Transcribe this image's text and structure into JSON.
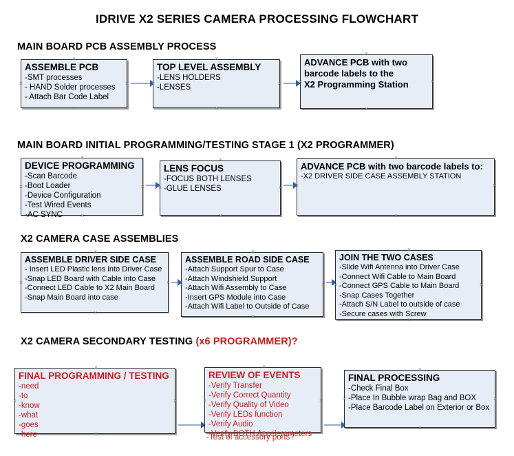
{
  "document": {
    "title": "IDRIVE X2  SERIES CAMERA PROCESSING FLOWCHART"
  },
  "sections": [
    {
      "id": "main-board-pcb-assembly",
      "header": "MAIN BOARD PCB ASSEMBLY PROCESS",
      "header_accent": "",
      "header_accent_tail": ""
    },
    {
      "id": "main-board-initial-programming",
      "header": "MAIN BOARD INITIAL PROGRAMMING/TESTING STAGE 1 (X2 PROGRAMMER)",
      "header_accent": "",
      "header_accent_tail": ""
    },
    {
      "id": "x2-camera-case-assemblies",
      "header": "X2 CAMERA CASE ASSEMBLIES",
      "header_accent": "",
      "header_accent_tail": ""
    },
    {
      "id": "x2-camera-secondary-testing",
      "header": "X2 CAMERA SECONDARY TESTING ",
      "header_accent": "(x6 PROGRAMMER)?",
      "header_accent_tail": ""
    }
  ],
  "boxes": {
    "assemble_pcb": {
      "title": "ASSEMBLE PCB",
      "lines": [
        "-SMT processes",
        "- HAND Solder processes",
        "- Attach Bar Code Label"
      ]
    },
    "top_level_assembly": {
      "title": "TOP LEVEL ASSEMBLY",
      "lines": [
        "-LENS HOLDERS",
        "-LENSES"
      ]
    },
    "advance_pcb_programming_station": {
      "title_lines": [
        "ADVANCE PCB with two",
        "barcode labels to the",
        " X2 Programming Station"
      ]
    },
    "device_programming": {
      "title": "DEVICE PROGRAMMING",
      "lines": [
        "-Scan Barcode",
        "-Boot Loader",
        "-Device Configuration",
        "-Test Wired Events",
        "-AC SYNC"
      ]
    },
    "lens_focus": {
      "title": "LENS FOCUS",
      "lines": [
        "-FOCUS BOTH LENSES",
        "-GLUE LENSES"
      ]
    },
    "advance_pcb_driver_side": {
      "title": "ADVANCE PCB with two barcode labels to:",
      "lines": [
        "-X2 DRIVER  SIDE  CASE  ASSEMBLY STATION"
      ]
    },
    "assemble_driver_side_case": {
      "title": "ASSEMBLE DRIVER SIDE CASE",
      "lines": [
        "- Insert LED Plastic lens into Driver Case",
        "-Snap LED Board with Cable into Case",
        "-Connect LED Cable to X2 Main Board",
        "-Snap Main Board into case"
      ]
    },
    "assemble_road_side_case": {
      "title": "ASSEMBLE ROAD SIDE CASE",
      "lines": [
        "-Attach Support Spur to Case",
        "-Attach Windshield Support",
        "-Attach Wifi Assembly to Case",
        "-Insert GPS Module into Case",
        "-Attach Wifi Label to Outside of Case"
      ]
    },
    "join_the_two_cases": {
      "title": "JOIN THE TWO CASES",
      "lines": [
        "-Slide Wifi Antenna into Driver Case",
        "-Connect Wifi Cable to Main Board",
        "-Connect GPS Cable to Main Board",
        "-Snap Cases Together",
        "-Attach S/N Label to outside of case",
        "-Secure cases with Screw"
      ]
    },
    "final_programming_testing": {
      "title": "FINAL PROGRAMMING / TESTING",
      "lines": [
        "-need",
        "-to",
        "-know",
        "-what",
        "-goes",
        "-here"
      ]
    },
    "review_of_events": {
      "title": "REVIEW OF EVENTS",
      "lines": [
        "-Verify Transfer",
        "-Verify Correct Quantity",
        "-Verify Quality of Video",
        "-Verify LEDs function",
        "-Verify Audio",
        "-Verify BOTH Accelerometers"
      ],
      "overflow_line": "-Test of accessory ports?"
    },
    "final_processing": {
      "title": "FINAL PROCESSING",
      "lines": [
        " -Check Final Box",
        "-Place In Bubble wrap Bag and BOX",
        "-Place Barcode Label on Exterior or Box"
      ]
    }
  },
  "colors": {
    "box_fill": "#e7edf7",
    "box_border": "#2b2b2b",
    "connector": "#93aec9",
    "arrow_head": "#2f5fa8",
    "accent_red": "#c02020",
    "text": "#000000"
  }
}
